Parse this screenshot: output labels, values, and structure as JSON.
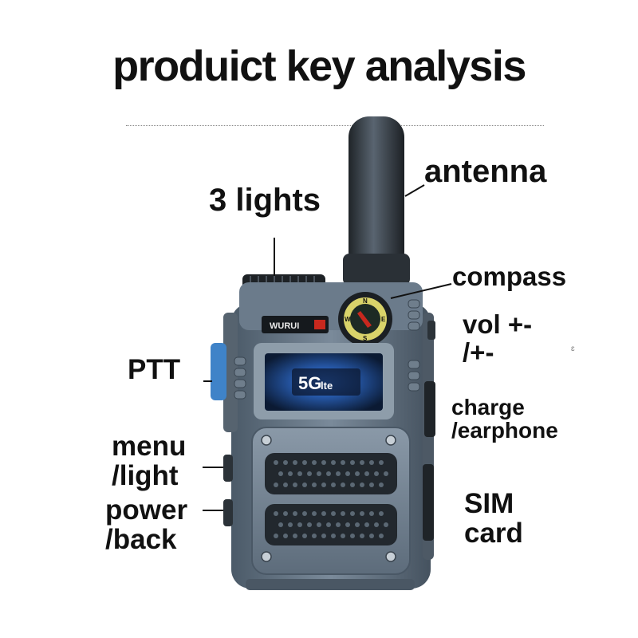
{
  "title": "produict key analysis",
  "labels": {
    "antenna": "antenna",
    "lights": "3 lights",
    "compass": "compass",
    "vol_line1": "vol +-",
    "vol_line2": "/+-",
    "ptt": "PTT",
    "charge_line1": "charge",
    "charge_line2": "/earphone",
    "menu_line1": "menu",
    "menu_line2": "/light",
    "power_line1": "power",
    "power_line2": "/back",
    "sim_line1": "SIM",
    "sim_line2": "card"
  },
  "device": {
    "brand": "WURUI",
    "screen_text_main": "5G",
    "screen_text_sub": "lte",
    "compass_letters": [
      "N",
      "E",
      "S",
      "W"
    ]
  },
  "colors": {
    "body": "#5e6f80",
    "body_dark": "#3d4a57",
    "ptt_button": "#3f83c8",
    "brand_red": "#c8281e",
    "screen_glow": "#2a6fe0"
  },
  "stray_glyph": "ɛ"
}
